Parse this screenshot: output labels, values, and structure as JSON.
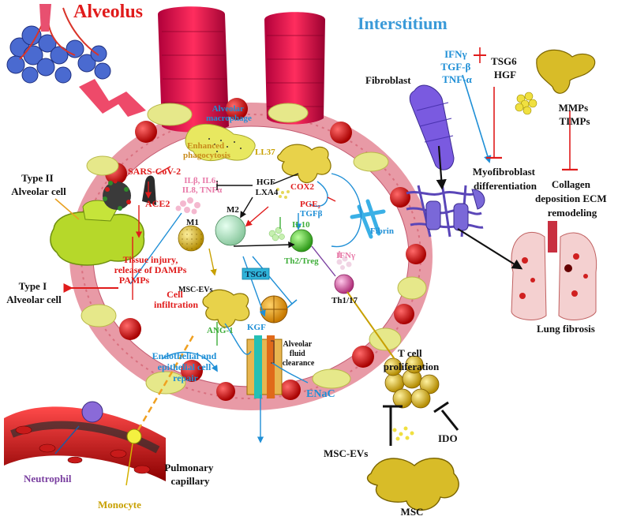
{
  "headings": {
    "alveolus": "Alveolus",
    "interstitium": "Interstitium"
  },
  "colors": {
    "red": "#e01b1b",
    "blue": "#1f8fd6",
    "black": "#111111",
    "pink": "#e879a8",
    "green": "#3fae3a",
    "gold": "#c8a000",
    "orange": "#d08a20",
    "purple": "#7a3fa0",
    "yellow": "#d4b100",
    "teal": "#2aa0b8"
  },
  "labels": {
    "alveolar_macrophage": [
      "Alveolar",
      "macrophage"
    ],
    "enhanced_phagocytosis": [
      "Enhanced",
      "phagocytosis"
    ],
    "ll37": "LL37",
    "sars_cov2": "SARS-CoV-2",
    "ace2": "ACE2",
    "type2_cell": [
      "Type II",
      "Alveolar cell"
    ],
    "type1_cell": [
      "Type I",
      "Alveolar cell"
    ],
    "cytokines": [
      "ILβ, IL6,",
      "IL8, TNFα"
    ],
    "hgf_lxa4": [
      "HGF",
      "LXA4"
    ],
    "cox2": "COX2",
    "pge2": "PGE₂",
    "tgfb_inner": "TGFβ",
    "fibrin": "Fibrin",
    "m1": "M1",
    "m2": "M2",
    "il10": "IL10",
    "th2_treg": "Th2/Treg",
    "ifng_inner": "IFNγ",
    "th1_17": "Th1/17",
    "tsg6_box": "TSG6",
    "msc_evs_inner": "MSC-EVs",
    "tissue_injury": [
      "Tissue injury,",
      "release of DAMPs",
      "PAMPs"
    ],
    "cell_infiltration": [
      "Cell",
      "infiltration"
    ],
    "ang1": "ANG-1",
    "kgf": "KGF",
    "alveolar_fluid": [
      "Alveolar",
      "fluid",
      "clearance"
    ],
    "endothelial_repair": [
      "Endothelial and",
      "epithelial cell",
      "repair"
    ],
    "enac": "ENaC",
    "neutrophil": "Neutrophil",
    "monocyte": "Monocyte",
    "pulmonary_capillary": [
      "Pulmonary",
      "capillary"
    ],
    "ifng_tgfb_tnfa": [
      "IFNγ",
      "TGF-β",
      "TNF-α"
    ],
    "tsg6_hgf": [
      "TSG6",
      "HGF"
    ],
    "fibroblast": "Fibroblast",
    "mmps_timps": [
      "MMPs",
      "TIMPs"
    ],
    "myofibroblast": [
      "Myofibroblast",
      "differentiation"
    ],
    "collagen": [
      "Collagen",
      "deposition ECM",
      "remodeling"
    ],
    "lung_fibrosis": "Lung fibrosis",
    "t_cell_prolif": [
      "T cell",
      "proliferation"
    ],
    "msc_evs_outer": "MSC-EVs",
    "ido": "IDO",
    "msc": "MSC"
  }
}
